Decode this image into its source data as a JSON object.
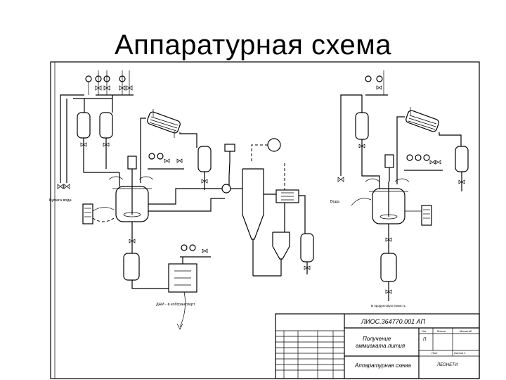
{
  "page": {
    "title": "Аппаратурная схема"
  },
  "diagram": {
    "labels": {
      "left_stream": "Бумага вода",
      "left_bottom_note": "ДНИ - в кобтранспорт",
      "right_side_stream": "Вода",
      "right_bottom_note": "В продуктовую емкость"
    }
  },
  "title_block": {
    "doc_number": "ЛИОС.364770.001 АП",
    "doc_title_line1": "Получение",
    "doc_title_line2": "аммиаката лития",
    "sheet_type": "Аппаратурная схема",
    "org": "ЛЕОНЕТИ",
    "lit_value": "П",
    "col_lit": "Лит",
    "col_mass": "Масса",
    "col_scale": "Масштаб",
    "sheet_label": "Лист",
    "sheets_label": "Листов 1"
  }
}
